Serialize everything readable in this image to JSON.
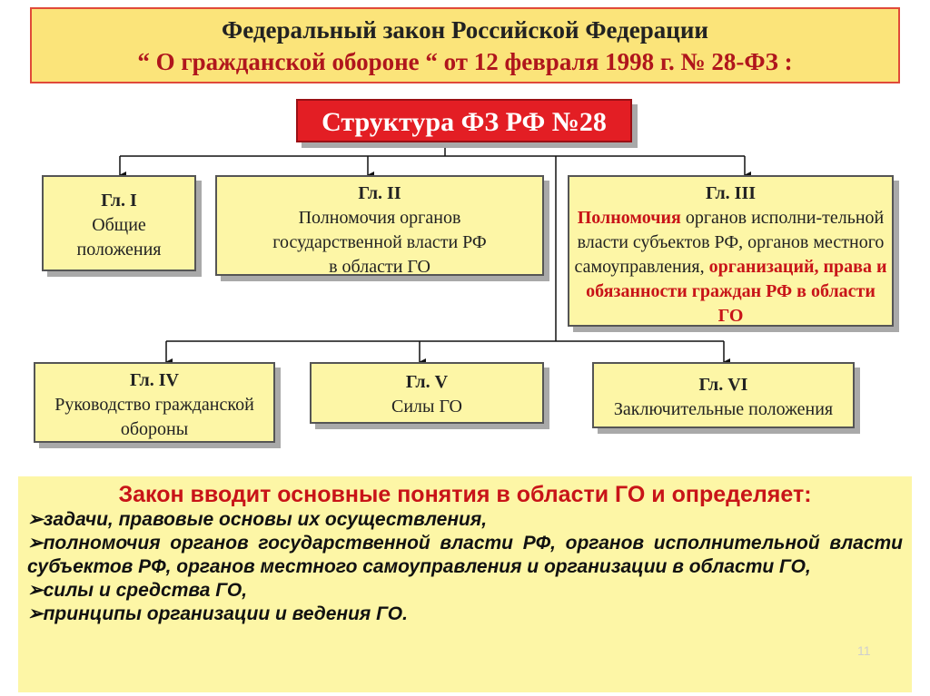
{
  "header": {
    "line1": "Федеральный закон Российской Федерации",
    "line2": "“ О гражданской обороне “ от 12 февраля 1998 г. № 28-ФЗ :"
  },
  "structure_title": "Структура ФЗ РФ №28",
  "chapters": [
    {
      "num": "Гл. I",
      "text": "Общие положения"
    },
    {
      "num": "Гл. II",
      "text": "Полномочия органов государственной власти РФ в области ГО"
    },
    {
      "num": "Гл. III",
      "text_red1": "Полномочия",
      "text1": " органов исполни-тельной власти субъектов РФ, органов местного самоуправления,",
      "text_red2": "организаций, права и обязанности граждан РФ в области ГО"
    },
    {
      "num": "Гл. IV",
      "text": "Руководство гражданской обороны"
    },
    {
      "num": "Гл. V",
      "text": "Силы ГО"
    },
    {
      "num": "Гл. VI",
      "text": "Заключительные положения"
    }
  ],
  "summary": {
    "heading": "Закон вводит основные понятия в области ГО и определяет:",
    "bullet": "➢",
    "items": [
      "задачи, правовые основы их осуществления,",
      "полномочия органов государственной власти РФ, органов исполнительной власти субъектов РФ, органов местного самоуправления и организации в области ГО,",
      "силы и средства ГО,",
      "принципы организации и ведения ГО."
    ]
  },
  "page_number": "11"
}
